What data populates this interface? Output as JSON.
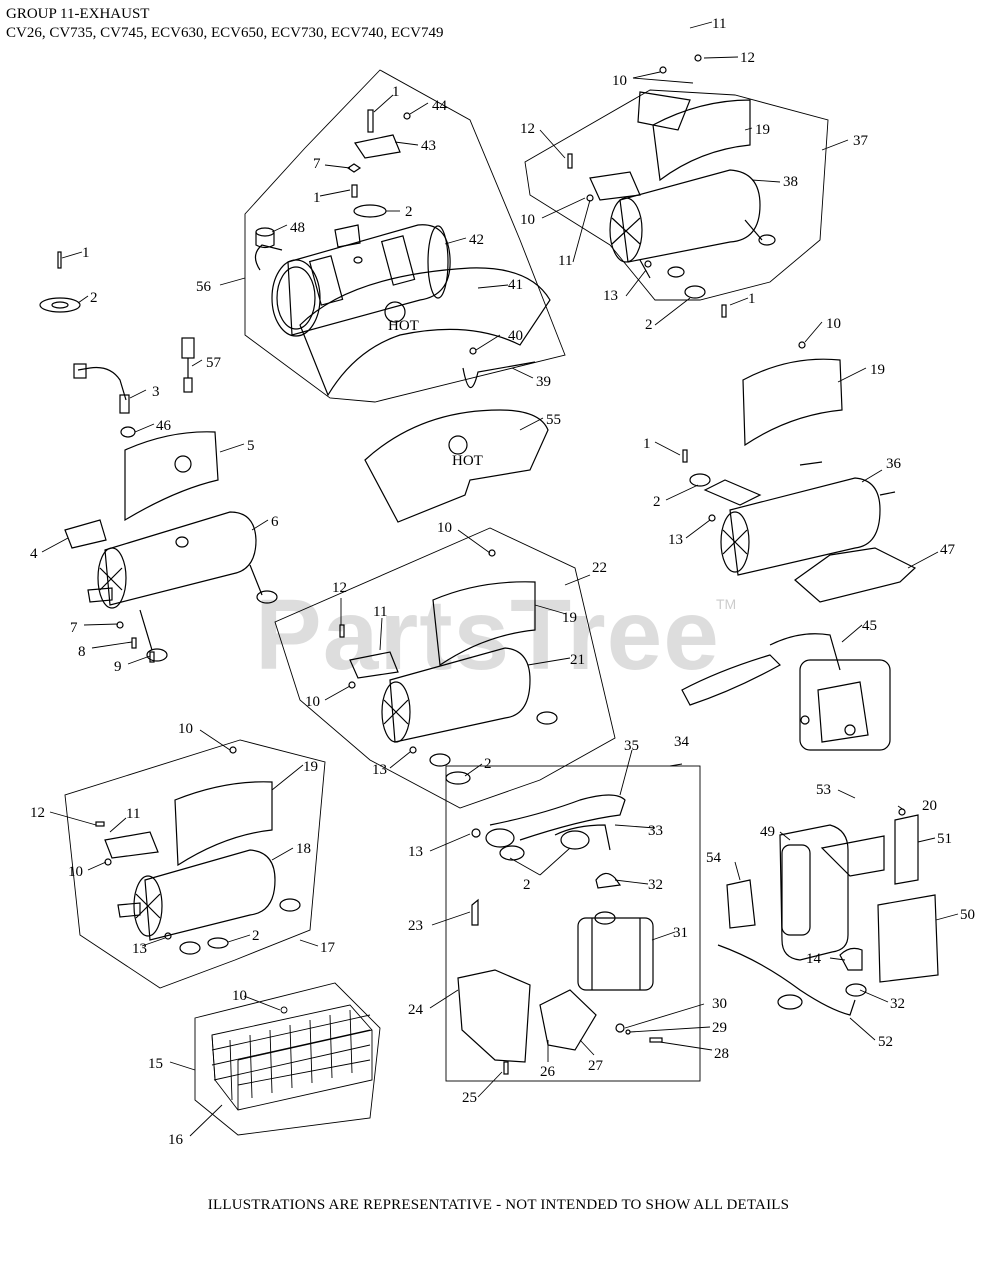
{
  "header": {
    "group_title": "GROUP 11-EXHAUST",
    "models": "CV26, CV735, CV745, ECV630, ECV650, ECV730, ECV740, ECV749"
  },
  "watermark": {
    "brand": "PartsTree",
    "mark": "TM"
  },
  "footer": {
    "note": "ILLUSTRATIONS ARE REPRESENTATIVE - NOT INTENDED TO SHOW ALL DETAILS"
  },
  "heat_shield_marking": "HOT",
  "callouts": [
    "1",
    "2",
    "3",
    "4",
    "5",
    "6",
    "7",
    "8",
    "9",
    "10",
    "11",
    "12",
    "13",
    "14",
    "15",
    "16",
    "17",
    "18",
    "19",
    "20",
    "21",
    "22",
    "23",
    "24",
    "25",
    "26",
    "27",
    "28",
    "29",
    "30",
    "31",
    "32",
    "33",
    "34",
    "35",
    "36",
    "37",
    "38",
    "39",
    "40",
    "41",
    "42",
    "43",
    "44",
    "45",
    "46",
    "47",
    "48",
    "49",
    "50",
    "51",
    "52",
    "53",
    "54",
    "55",
    "56",
    "57"
  ]
}
